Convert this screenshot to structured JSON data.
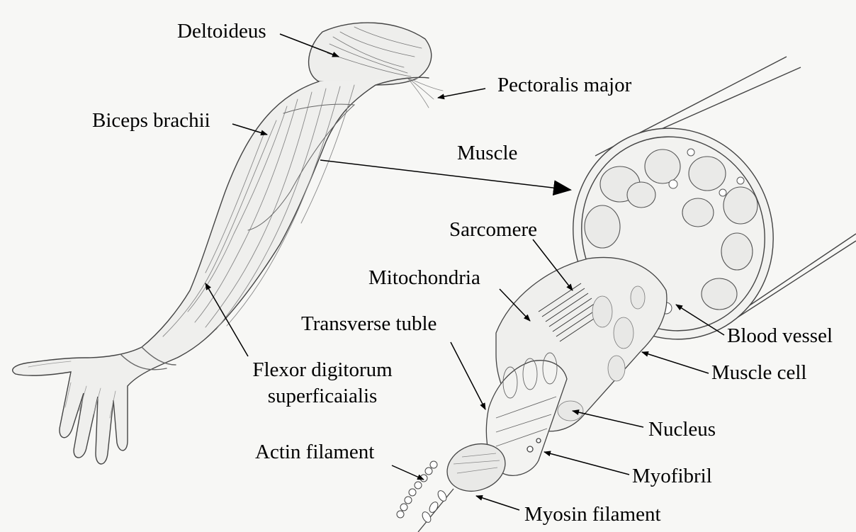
{
  "labels": {
    "deltoideus": "Deltoideus",
    "pectoralis_major": "Pectoralis major",
    "biceps_brachii": "Biceps brachii",
    "muscle": "Muscle",
    "sarcomere": "Sarcomere",
    "mitochondria": "Mitochondria",
    "transverse_tuble": "Transverse tuble",
    "flexor_line1": "Flexor digitorum",
    "flexor_line2": "superficaialis",
    "blood_vessel": "Blood vessel",
    "muscle_cell": "Muscle cell",
    "nucleus": "Nucleus",
    "actin_filament": "Actin filament",
    "myofibril": "Myofibril",
    "myosin_filament": "Myosin filament"
  },
  "colors": {
    "background": "#f7f7f5",
    "ink": "#333333",
    "text": "#000000"
  }
}
